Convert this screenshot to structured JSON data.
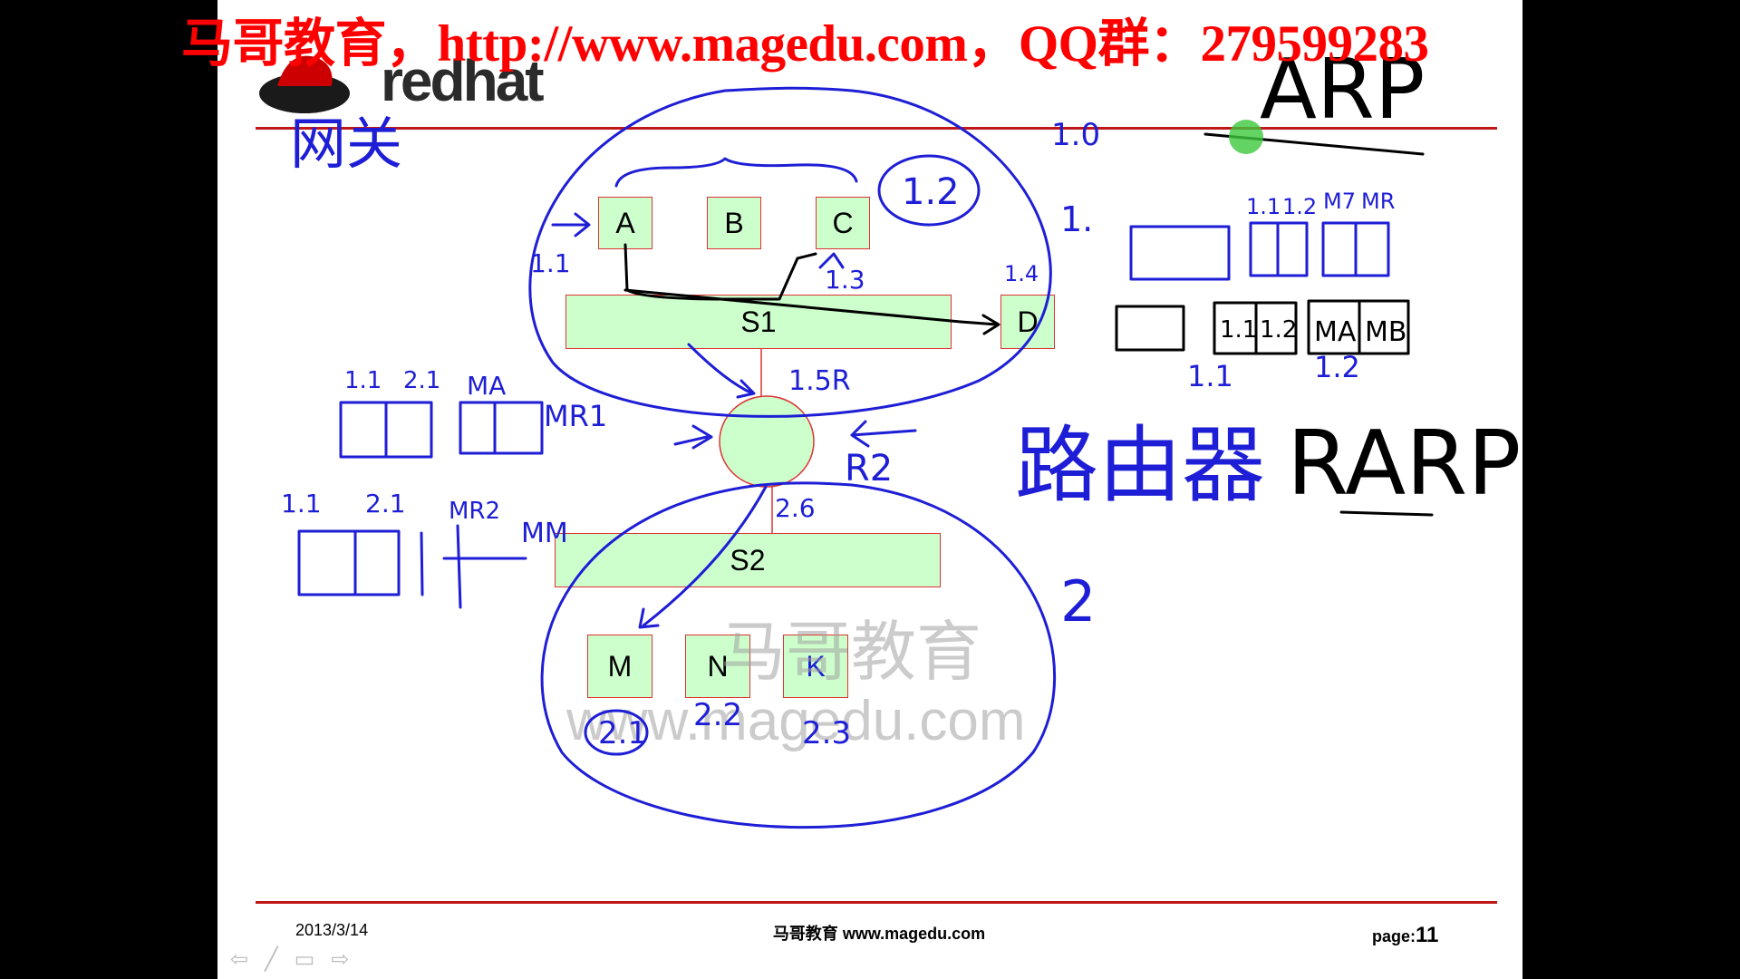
{
  "banner": {
    "text": "马哥教育，http://www.magedu.com，QQ群：279599283"
  },
  "logo": {
    "text": "redhat"
  },
  "nodes": {
    "A": "A",
    "B": "B",
    "C": "C",
    "D": "D",
    "S1": "S1",
    "S2": "S2",
    "M": "M",
    "N": "N",
    "K": "K"
  },
  "annotations": {
    "arp": "ARP",
    "rarp": "RARP",
    "router": "路由器",
    "gateway": "网关",
    "circle_label": "1.2",
    "labels_top_right": [
      "1.1",
      "1.2",
      "M7",
      "MR"
    ],
    "labels_table_mid": [
      "1.1",
      "1.2",
      "MA",
      "MB"
    ],
    "labels_left_top": [
      "1.1",
      "2.1",
      "MA",
      "MR1"
    ],
    "labels_left_bottom": [
      "1.1",
      "2.1",
      "MR2",
      "MM"
    ],
    "label_r2": "R2",
    "label_15r": "1.5R",
    "label_26": "2.6",
    "label_2": "2",
    "label_10": "1.0",
    "label_1": "1.",
    "label_14": "1.4",
    "label_11": "1.1",
    "label_13": "1.3",
    "m_ip": "2.1",
    "n_ip": "2.2",
    "k_ip": "2.3"
  },
  "watermark": {
    "cn": "马哥教育",
    "url": "www.magedu.com"
  },
  "footer": {
    "date": "2013/3/14",
    "center": "马哥教育 www.magedu.com",
    "page_label": "page:",
    "page_number": "11"
  },
  "nav": {
    "prev": "⇦",
    "pen": "╱",
    "menu": "▭",
    "next": "⇨"
  }
}
